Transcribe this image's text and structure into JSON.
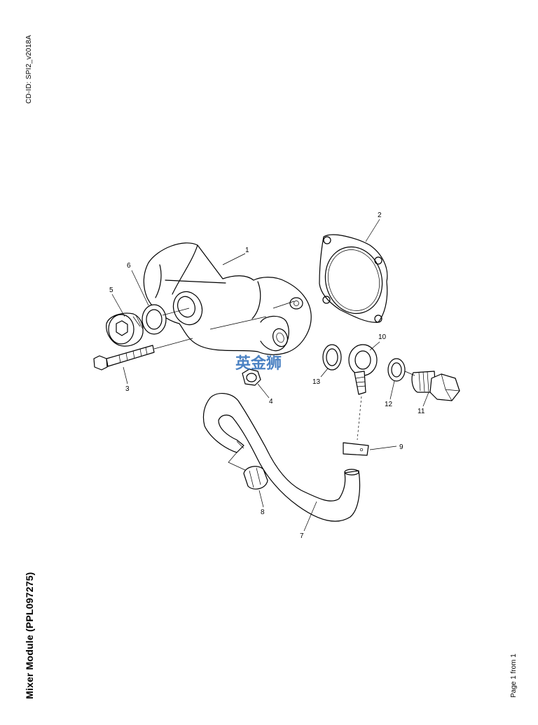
{
  "document": {
    "cd_id": "CD-ID: SPI2_v2018A",
    "title": "Mixer Module (PPL097275)",
    "page_indicator": "Page 1 from 1",
    "watermark": "英金狮"
  },
  "callouts": [
    "1",
    "2",
    "3",
    "4",
    "5",
    "6",
    "7",
    "8",
    "9",
    "10",
    "11",
    "12",
    "13"
  ],
  "colors": {
    "watermark": "#2b6cb8",
    "line": "#000000",
    "background": "#ffffff"
  }
}
